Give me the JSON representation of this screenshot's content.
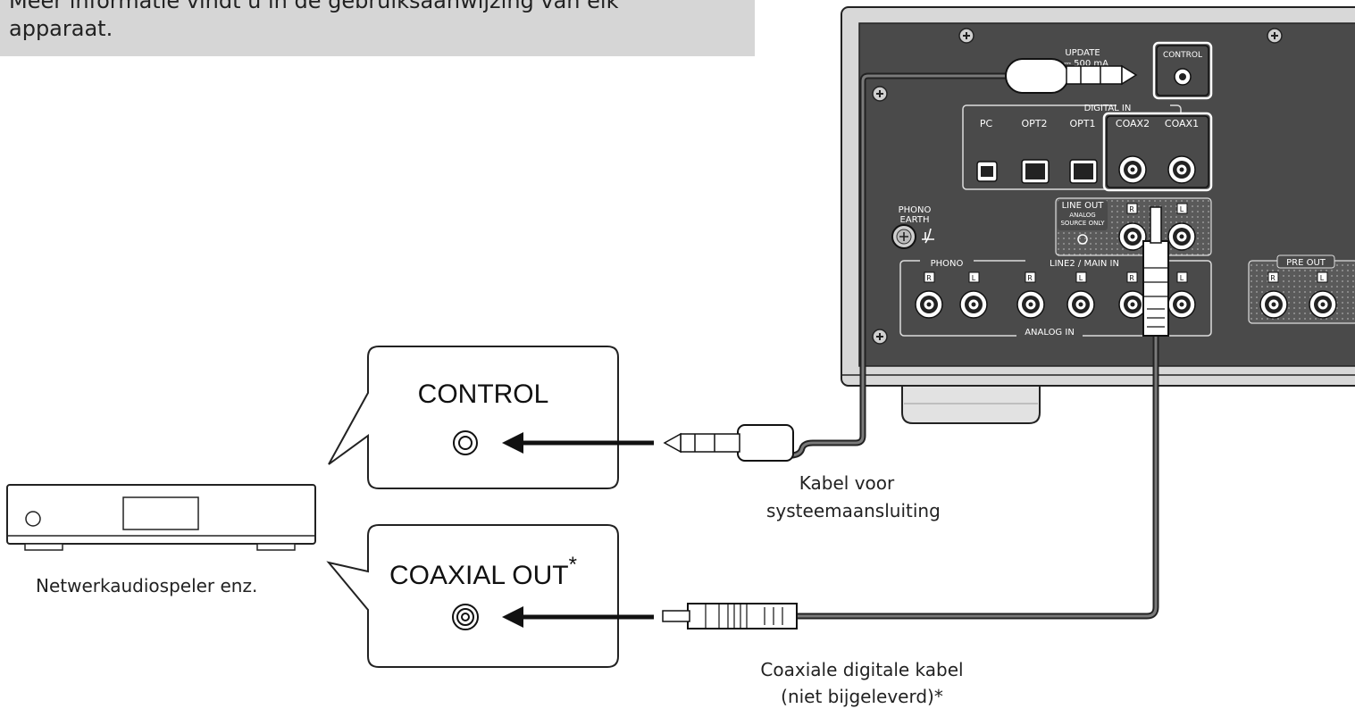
{
  "info_box": {
    "line1": "Meer informatie vindt u in de gebruiksaanwijzing van elk",
    "line2": "apparaat."
  },
  "amplifier": {
    "update_label": "UPDATE",
    "update_current": "⎓ 500 mA",
    "control_label": "CONTROL",
    "digital_in_label": "DIGITAL IN",
    "digital_inputs": [
      "PC",
      "OPT2",
      "OPT1",
      "COAX2",
      "COAX1"
    ],
    "phono_earth": [
      "PHONO",
      "EARTH"
    ],
    "line_out_label": "LINE OUT",
    "line_out_sub": [
      "ANALOG",
      "SOURCE ONLY"
    ],
    "phono_label": "PHONO",
    "line2_main_label": "LINE2 / MAIN IN",
    "analog_in_label": "ANALOG IN",
    "pre_out_label": "PRE OUT",
    "channel_r": "R",
    "channel_l": "L"
  },
  "callouts": {
    "control": "CONTROL",
    "coaxial_out": "COAXIAL OUT",
    "coaxial_asterisk": "*"
  },
  "captions": {
    "player": "Netwerkaudiospeler enz.",
    "system_cable_1": "Kabel voor",
    "system_cable_2": "systeemaansluiting",
    "coax_cable_1": "Coaxiale digitale kabel",
    "coax_cable_2": "(niet bijgeleverd)*"
  },
  "colors": {
    "panel": "#4a4a4a",
    "frame": "#d8d8d8",
    "info_bg": "#d6d6d6",
    "highlight": "#ffffff"
  }
}
